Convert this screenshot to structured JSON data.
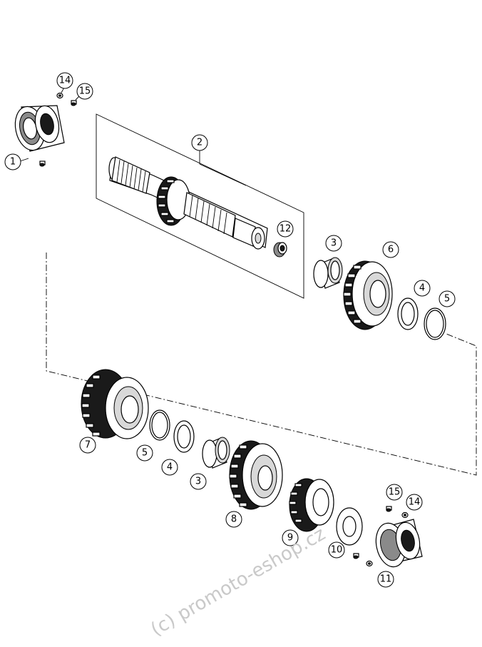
{
  "callouts": [
    {
      "id": "c1",
      "label": "1"
    },
    {
      "id": "c2",
      "label": "2"
    },
    {
      "id": "c3a",
      "label": "3"
    },
    {
      "id": "c3b",
      "label": "3"
    },
    {
      "id": "c4a",
      "label": "4"
    },
    {
      "id": "c4b",
      "label": "4"
    },
    {
      "id": "c5a",
      "label": "5"
    },
    {
      "id": "c5b",
      "label": "5"
    },
    {
      "id": "c6",
      "label": "6"
    },
    {
      "id": "c7",
      "label": "7"
    },
    {
      "id": "c8",
      "label": "8"
    },
    {
      "id": "c9",
      "label": "9"
    },
    {
      "id": "c10",
      "label": "10"
    },
    {
      "id": "c11",
      "label": "11"
    },
    {
      "id": "c12",
      "label": "12"
    },
    {
      "id": "c14a",
      "label": "14"
    },
    {
      "id": "c14b",
      "label": "14"
    },
    {
      "id": "c15a",
      "label": "15"
    },
    {
      "id": "c15b",
      "label": "15"
    }
  ],
  "watermark": "(c) promoto-eshop.cz"
}
